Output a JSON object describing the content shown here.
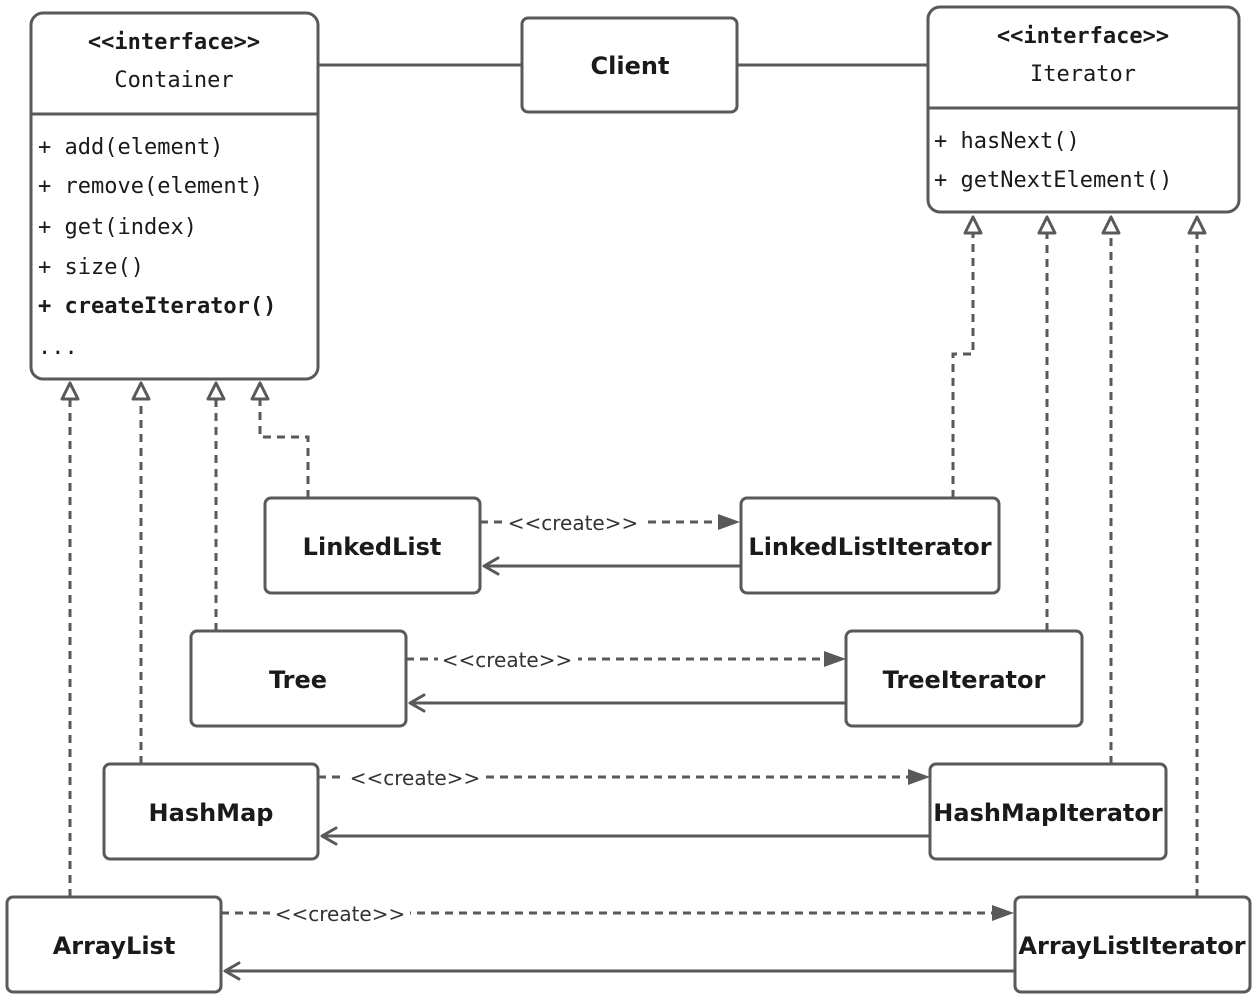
{
  "container": {
    "stereotype": "<<interface>>",
    "name": "Container",
    "methods": [
      "+ add(element)",
      "+ remove(element)",
      "+ get(index)",
      "+ size()",
      "+ createIterator()",
      "..."
    ]
  },
  "client": {
    "name": "Client"
  },
  "iterator": {
    "stereotype": "<<interface>>",
    "name": "Iterator",
    "methods": [
      "+ hasNext()",
      "+ getNextElement()"
    ]
  },
  "classes": {
    "linkedlist": "LinkedList",
    "linkedlistiterator": "LinkedListIterator",
    "tree": "Tree",
    "treeiterator": "TreeIterator",
    "hashmap": "HashMap",
    "hashmapiterator": "HashMapIterator",
    "arraylist": "ArrayList",
    "arraylistiterator": "ArrayListIterator"
  },
  "labels": {
    "create": "<<create>>"
  },
  "colors": {
    "stroke": "#595959",
    "text": "#1a1a1a",
    "background": "#ffffff"
  }
}
